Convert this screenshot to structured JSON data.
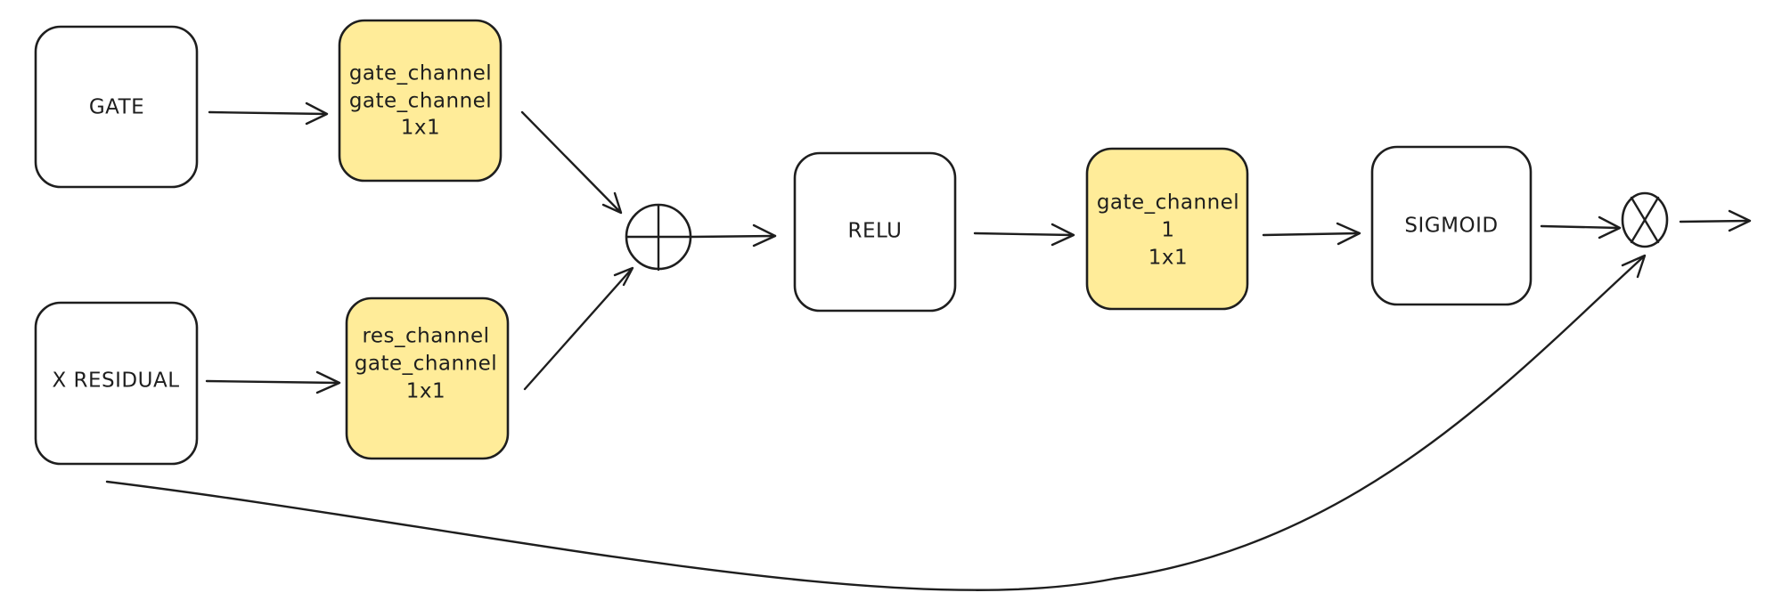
{
  "diagram": {
    "nodes": {
      "gate": {
        "lines": [
          "GATE"
        ]
      },
      "x_residual": {
        "lines": [
          "X RESIDUAL"
        ]
      },
      "gate_conv": {
        "lines": [
          "gate_channel",
          "gate_channel",
          "1x1"
        ],
        "fill": "#ffec99"
      },
      "res_conv": {
        "lines": [
          "res_channel",
          "gate_channel",
          "1x1"
        ],
        "fill": "#ffec99"
      },
      "relu": {
        "lines": [
          "RELU"
        ]
      },
      "psi_conv": {
        "lines": [
          "gate_channel",
          "1",
          "1x1"
        ],
        "fill": "#ffec99"
      },
      "sigmoid": {
        "lines": [
          "SIGMOID"
        ]
      }
    },
    "operators": {
      "add": {
        "symbol": "plus"
      },
      "multiply": {
        "symbol": "times"
      }
    },
    "colors": {
      "stroke": "#1e1e1e",
      "yellow_fill": "#ffec99",
      "background": "#ffffff"
    }
  }
}
